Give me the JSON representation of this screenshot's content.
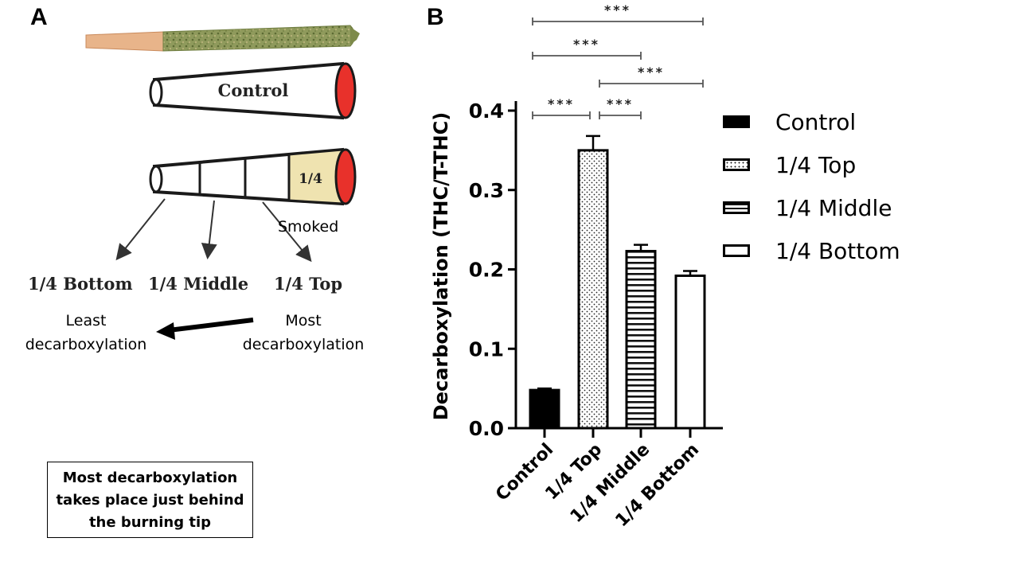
{
  "panel_a": {
    "letter": "A",
    "cone_control_label": "Control",
    "segment_label": "1/4",
    "smoked_label": "Smoked",
    "bottom_label": "1/4 Bottom",
    "middle_label": "1/4 Middle",
    "top_label": "1/4 Top",
    "least_line1": "Least",
    "least_line2": "decarboxylation",
    "most_line1": "Most",
    "most_line2": "decarboxylation",
    "note_line1": "Most decarboxylation",
    "note_line2": "takes place just behind",
    "note_line3": "the burning tip"
  },
  "panel_b": {
    "letter": "B"
  },
  "chart_data": {
    "type": "bar",
    "ylabel": "Decarboxylation (THC/T-THC)",
    "xlabel": "",
    "ylim": [
      0,
      0.4
    ],
    "yticks": [
      "0.0",
      "0.1",
      "0.2",
      "0.3",
      "0.4"
    ],
    "categories": [
      "Control",
      "1/4 Top",
      "1/4 Middle",
      "1/4 Bottom"
    ],
    "values": [
      0.048,
      0.35,
      0.223,
      0.192
    ],
    "errors": [
      0.002,
      0.018,
      0.008,
      0.006
    ],
    "fills": [
      "solid",
      "dotted",
      "horizontal-stripes",
      "white"
    ],
    "legend": [
      "Control",
      "1/4 Top",
      "1/4 Middle",
      "1/4 Bottom"
    ],
    "legend_position": "right",
    "grid": false,
    "significance": [
      {
        "from": 0,
        "to": 1,
        "label": "***"
      },
      {
        "from": 1,
        "to": 2,
        "label": "***"
      },
      {
        "from": 0,
        "to": 2,
        "label": "***"
      },
      {
        "from": 1,
        "to": 3,
        "label": "***"
      },
      {
        "from": 0,
        "to": 3,
        "label": "***"
      }
    ],
    "colors": {
      "bar_stroke": "#000000",
      "bar_solid": "#000000",
      "bracket": "#555555"
    }
  },
  "diagram_colors": {
    "tip_red": "#e8312b",
    "segment_fill": "#efe3b0",
    "paper": "#e8b48a",
    "herb": "#8f9a5c"
  }
}
